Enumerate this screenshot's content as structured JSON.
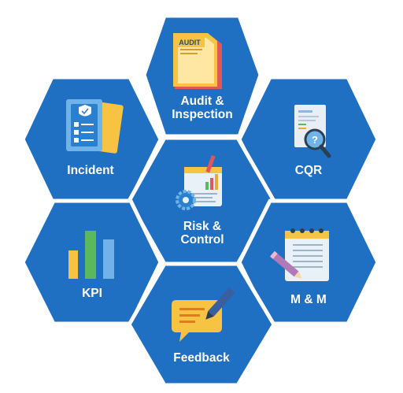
{
  "colors": {
    "hex_fill": "#1f6fc2",
    "hex_border": "#ffffff"
  },
  "modules": [
    {
      "id": "audit",
      "label": [
        "Audit &",
        "Inspection"
      ],
      "icon": "audit-folder-icon"
    },
    {
      "id": "incident",
      "label": [
        "Incident"
      ],
      "icon": "incident-checklist-icon"
    },
    {
      "id": "cqr",
      "label": [
        "CQR"
      ],
      "icon": "cqr-document-search-icon"
    },
    {
      "id": "risk",
      "label": [
        "Risk &",
        "Control"
      ],
      "icon": "risk-control-dashboard-icon"
    },
    {
      "id": "kpi",
      "label": [
        "KPI"
      ],
      "icon": "kpi-bar-chart-icon"
    },
    {
      "id": "mm",
      "label": [
        "M & M"
      ],
      "icon": "notepad-pencil-icon"
    },
    {
      "id": "feedback",
      "label": [
        "Feedback"
      ],
      "icon": "feedback-chat-pen-icon"
    }
  ],
  "audit_icon_text": "AUDIT"
}
